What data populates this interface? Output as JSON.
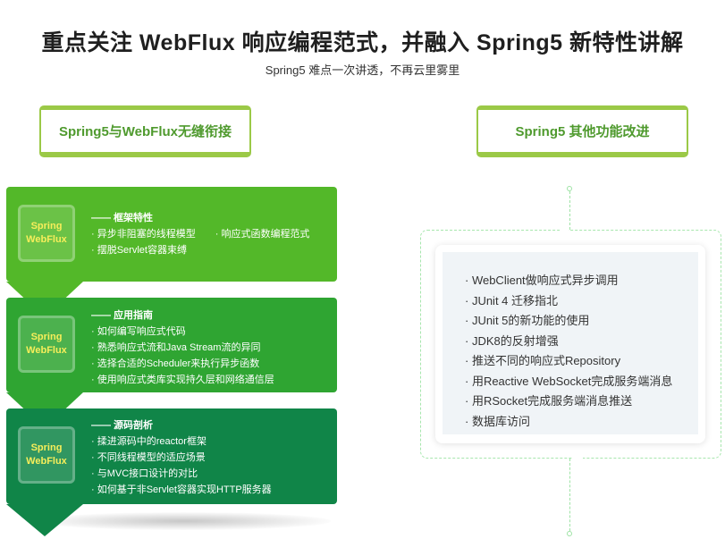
{
  "header": {
    "title": "重点关注 WebFlux 响应编程范式，并融入 Spring5 新特性讲解",
    "subtitle": "Spring5 难点一次讲透，不再云里雾里"
  },
  "left_section": {
    "tab_label": "Spring5与WebFlux无缝衔接",
    "badge": {
      "line1": "Spring",
      "line2": "WebFlux"
    },
    "blocks": [
      {
        "heading": "—— 框架特性",
        "color": "#53b829",
        "rows": [
          [
            "· 异步非阻塞的线程模型",
            "· 响应式函数编程范式"
          ],
          [
            "· 摆脱Servlet容器束缚"
          ]
        ]
      },
      {
        "heading": "—— 应用指南",
        "color": "#2fa532",
        "items": [
          "· 如何编写响应式代码",
          "· 熟悉响应式流和Java Stream流的异同",
          "· 选择合适的Scheduler来执行异步函数",
          "· 使用响应式类库实现持久层和网络通信层"
        ]
      },
      {
        "heading": "—— 源码剖析",
        "color": "#108548",
        "items": [
          "· 揉进源码中的reactor框架",
          "· 不同线程模型的适应场景",
          "· 与MVC接口设计的对比",
          "· 如何基于非Servlet容器实现HTTP服务器"
        ]
      }
    ]
  },
  "right_section": {
    "tab_label": "Spring5 其他功能改进",
    "items": [
      "· WebClient做响应式异步调用",
      "· JUnit 4 迁移指北",
      "· JUnit 5的新功能的使用",
      "· JDK8的反射增强",
      "· 推送不同的响应式Repository",
      "· 用Reactive WebSocket完成服务端消息",
      "· 用RSocket完成服务端消息推送",
      "· 数据库访问"
    ]
  },
  "colors": {
    "tab_border": "#9bc947",
    "tab_text": "#4f9a2e",
    "badge_text": "#f7ee5a",
    "dash_line": "#9fe3a6",
    "card_bg": "#f0f4f7"
  }
}
